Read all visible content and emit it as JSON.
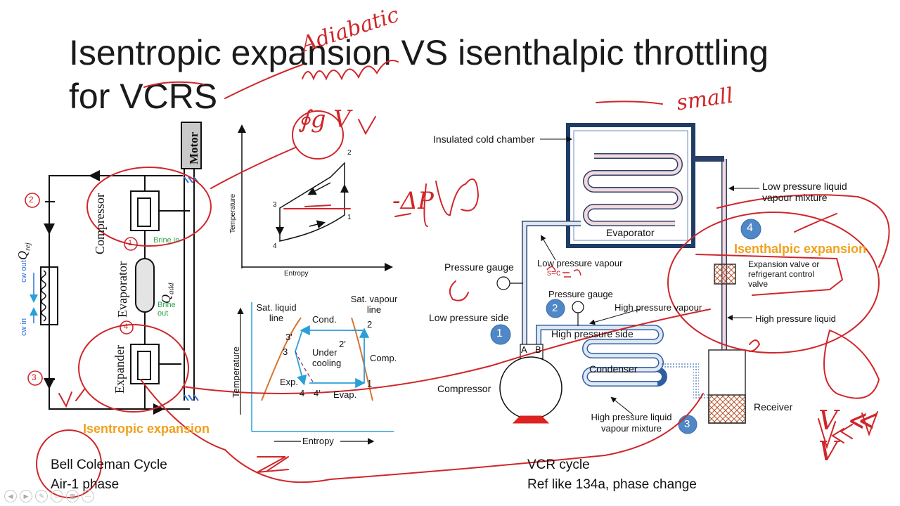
{
  "slide": {
    "title_line1": "Isentropic expansion VS isenthalpic throttling",
    "title_line2": "for VCRS"
  },
  "bell_coleman": {
    "motor": "Motor",
    "compressor": "Compressor",
    "evaporator": "Evaporator",
    "expander": "Expander",
    "q_rej": "Q",
    "q_rej_sub": "rej",
    "q_add": "Q",
    "q_add_sub": "add",
    "brine_in": "Brine in",
    "brine_out": "Brine out",
    "cw_out": "cw out",
    "cw_in": "cw in",
    "heading": "Isentropic expansion",
    "caption_line1": "Bell Coleman Cycle",
    "caption_line2": "Air-1 phase"
  },
  "ts_air": {
    "ylabel": "Temperature",
    "xlabel": "Entropy",
    "points": [
      "1",
      "2",
      "3",
      "4"
    ]
  },
  "ts_vcr": {
    "ylabel": "Temperature",
    "xlabel": "Entropy",
    "sat_liquid": "Sat. liquid line",
    "sat_vapour": "Sat. vapour line",
    "cond": "Cond.",
    "under_cooling": "Under cooling",
    "comp": "Comp.",
    "exp": "Exp.",
    "evap": "Evap.",
    "points": [
      "1",
      "2",
      "2′",
      "3",
      "3′",
      "4",
      "4′"
    ]
  },
  "vcr_system": {
    "insulated_cold_chamber": "Insulated cold chamber",
    "evaporator": "Evaporator",
    "low_pressure_liquid_vapour": "Low pressure liquid vapour mixture",
    "pressure_gauge_left": "Pressure gauge",
    "low_pressure_vapour": "Low pressure vapour",
    "pressure_gauge_mid": "Pressure gauge",
    "high_pressure_vapour": "High pressure vapour",
    "low_pressure_side": "Low pressure side",
    "high_pressure_side": "High pressure side",
    "high_pressure_liquid": "High pressure liquid",
    "expansion_valve": "Expansion valve or refrigerant control valve",
    "condenser": "Condenser",
    "compressor": "Compressor",
    "receiver": "Receiver",
    "hp_liquid_vapour": "High pressure liquid vapour mixture",
    "port_a": "A",
    "port_b": "B",
    "heading": "Isenthalpic expansion",
    "caption_line1": "VCR cycle",
    "caption_line2": "Ref like 134a, phase change"
  },
  "state_markers": {
    "blue": [
      "1",
      "2",
      "3",
      "4"
    ],
    "red": [
      "2",
      "1",
      "4",
      "3"
    ]
  },
  "annotations": {
    "adiabatic": "Adiabatic",
    "small": "small",
    "pv": "∮g V",
    "delta_p": "-ΔP",
    "ratio": "V ≪ V",
    "s_c": "s=c"
  },
  "colors": {
    "ink": "#d0262a",
    "orange": "#f0a11c",
    "blue_marker": "#4f87c7",
    "line_blue": "#2a9fd8",
    "sat_line": "#d9742f"
  }
}
